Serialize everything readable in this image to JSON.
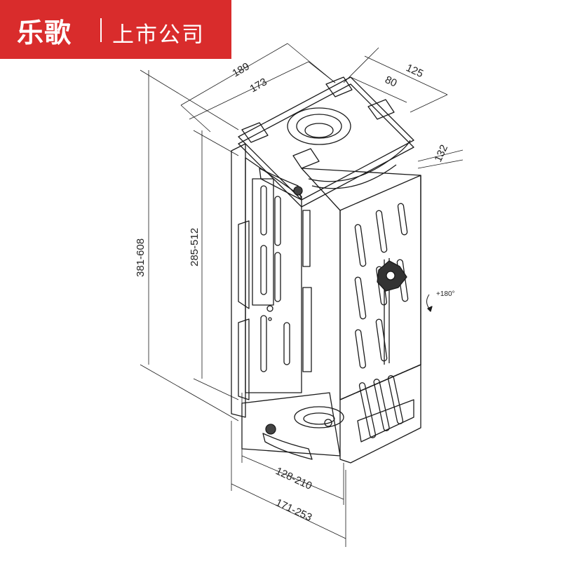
{
  "banner": {
    "brand": "乐歌",
    "tagline": "上市公司",
    "color": "#d92c2c"
  },
  "dimensions": {
    "depth_outer": "189",
    "depth_inner": "173",
    "top_width": "125",
    "top_inner": "80",
    "side_height": "132",
    "overall_height": "381-608",
    "inner_height": "285-512",
    "inner_width": "128-210",
    "outer_width": "171-253",
    "rotation": "+180°"
  }
}
